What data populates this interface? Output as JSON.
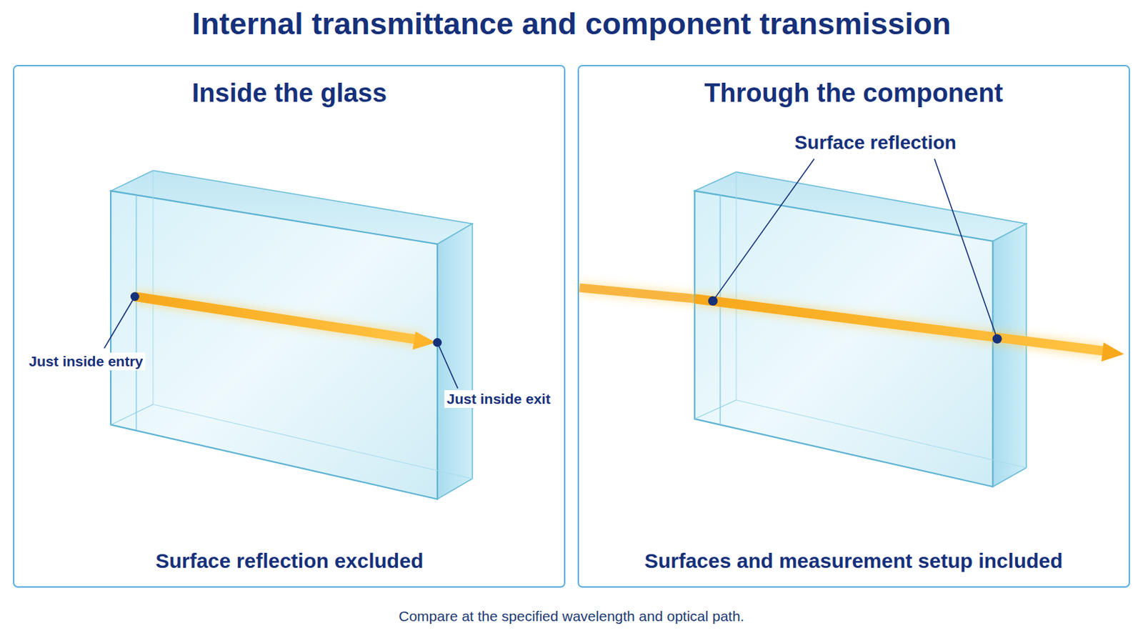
{
  "diagram": {
    "title": "Internal transmittance and component transmission",
    "caption": "Compare at the specified wavelength and optical path.",
    "nodes": [
      {
        "text": [
          "Inside the glass",
          "Surface reflection excluded"
        ]
      },
      {
        "text": [
          "Through the component",
          "Surfaces and measurement setup included"
        ]
      }
    ],
    "labels": [
      "Just inside entry",
      "Just inside exit",
      "Surface reflection"
    ]
  }
}
